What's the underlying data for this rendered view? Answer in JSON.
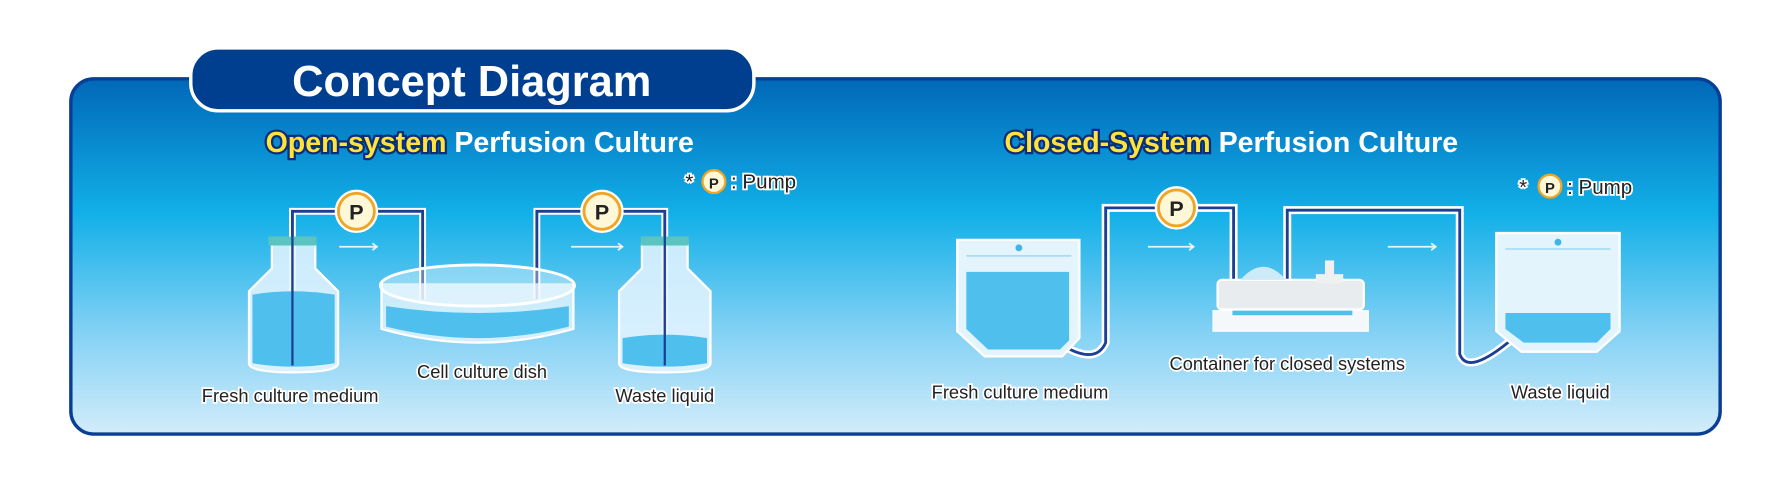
{
  "title": "Concept Diagram",
  "open_system": {
    "heading_highlight": "Open-system",
    "heading_rest": "Perfusion Culture",
    "pump_note_prefix": "*",
    "pump_symbol": "P",
    "pump_note": ": Pump",
    "labels": {
      "fresh": "Fresh culture medium",
      "dish": "Cell culture dish",
      "waste": "Waste liquid"
    }
  },
  "closed_system": {
    "heading_highlight": "Closed-System",
    "heading_rest": "Perfusion Culture",
    "pump_note_prefix": "*",
    "pump_symbol": "P",
    "pump_note": ": Pump",
    "labels": {
      "fresh": "Fresh culture medium",
      "container": "Container for closed systems",
      "waste": "Waste liquid"
    }
  },
  "colors": {
    "panel_border": "#0a3e96",
    "tab": "#003f8f",
    "liquid": "#4fc0ee",
    "pump_ring": "#f0a526"
  }
}
